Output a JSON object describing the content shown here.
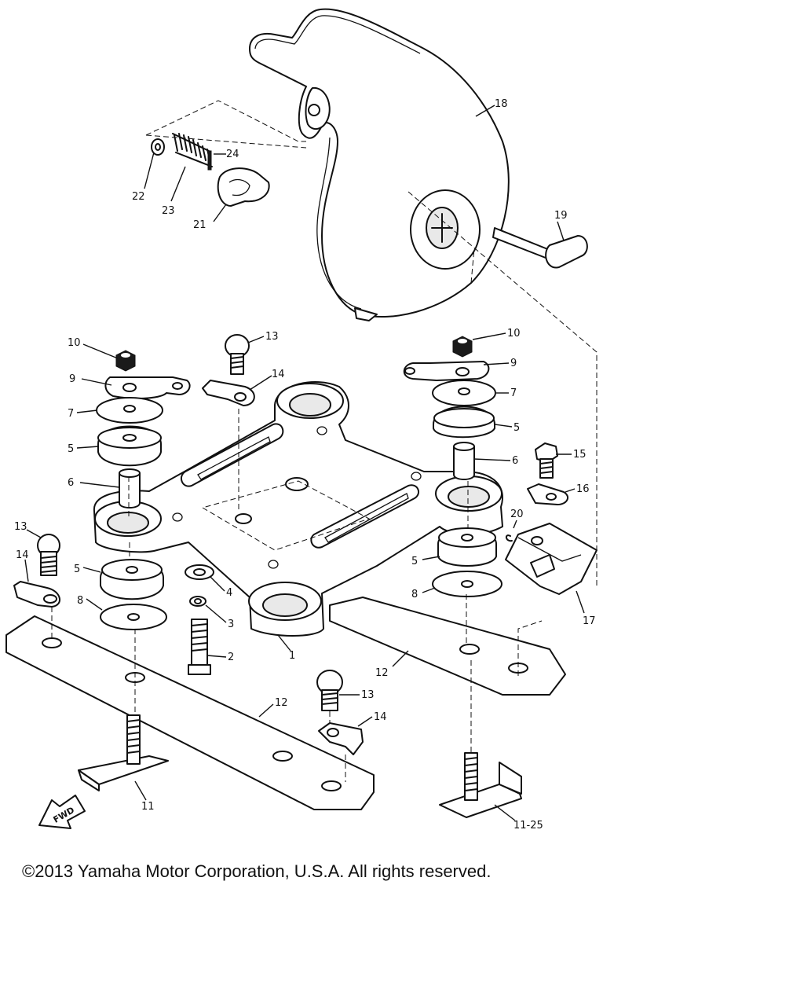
{
  "diagram": {
    "labels": {
      "p1": "1",
      "p2": "2",
      "p3": "3",
      "p4": "4",
      "p5a": "5",
      "p5b": "5",
      "p5c": "5",
      "p5d": "5",
      "p6a": "6",
      "p6b": "6",
      "p7a": "7",
      "p7b": "7",
      "p8a": "8",
      "p8b": "8",
      "p9a": "9",
      "p9b": "9",
      "p10a": "10",
      "p10b": "10",
      "p11a": "11",
      "p11b": "11-25",
      "p12a": "12",
      "p12b": "12",
      "p13a": "13",
      "p13b": "13",
      "p13c": "13",
      "p14a": "14",
      "p14b": "14",
      "p14c": "14",
      "p15": "15",
      "p16": "16",
      "p17": "17",
      "p18": "18",
      "p19": "19",
      "p20": "20",
      "p21": "21",
      "p22": "22",
      "p23": "23",
      "p24": "24"
    },
    "fwd_label": "FWD"
  },
  "footer": {
    "copyright": "©2013 Yamaha Motor Corporation, U.S.A. All rights reserved."
  }
}
